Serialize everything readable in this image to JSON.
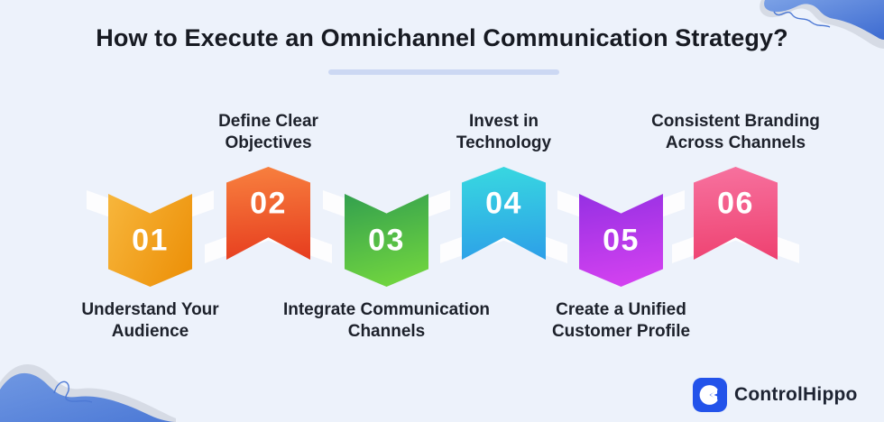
{
  "title": {
    "text": "How to Execute an Omnichannel Communication Strategy?"
  },
  "steps": [
    {
      "num": "01",
      "label": "Understand Your Audience",
      "placement": "below",
      "color_from": "#f7b63c",
      "color_to": "#ec8e05"
    },
    {
      "num": "02",
      "label": "Define Clear Objectives",
      "placement": "above",
      "color_from": "#f8813f",
      "color_to": "#e63c1e"
    },
    {
      "num": "03",
      "label": "Integrate Communication Channels",
      "placement": "below",
      "color_from": "#33a04e",
      "color_to": "#77da3e"
    },
    {
      "num": "04",
      "label": "Invest in Technology",
      "placement": "above",
      "color_from": "#38d9e0",
      "color_to": "#2d9fe8"
    },
    {
      "num": "05",
      "label": "Create a Unified Customer Profile",
      "placement": "below",
      "color_from": "#9630e3",
      "color_to": "#d843f1"
    },
    {
      "num": "06",
      "label": "Consistent Branding Across Channels",
      "placement": "above",
      "color_from": "#f7729f",
      "color_to": "#ee4170"
    }
  ],
  "brand": {
    "name": "ControlHippo",
    "icon": "controlhippo-c-icon",
    "icon_color": "#2353ea"
  },
  "decor": {
    "background": "#edf2fb",
    "underline_color": "#ccd8f3",
    "wave_color_light": "#6f97e2",
    "wave_color_dark": "#3d6bd1",
    "wave_shadow": "#d6dbe5"
  }
}
